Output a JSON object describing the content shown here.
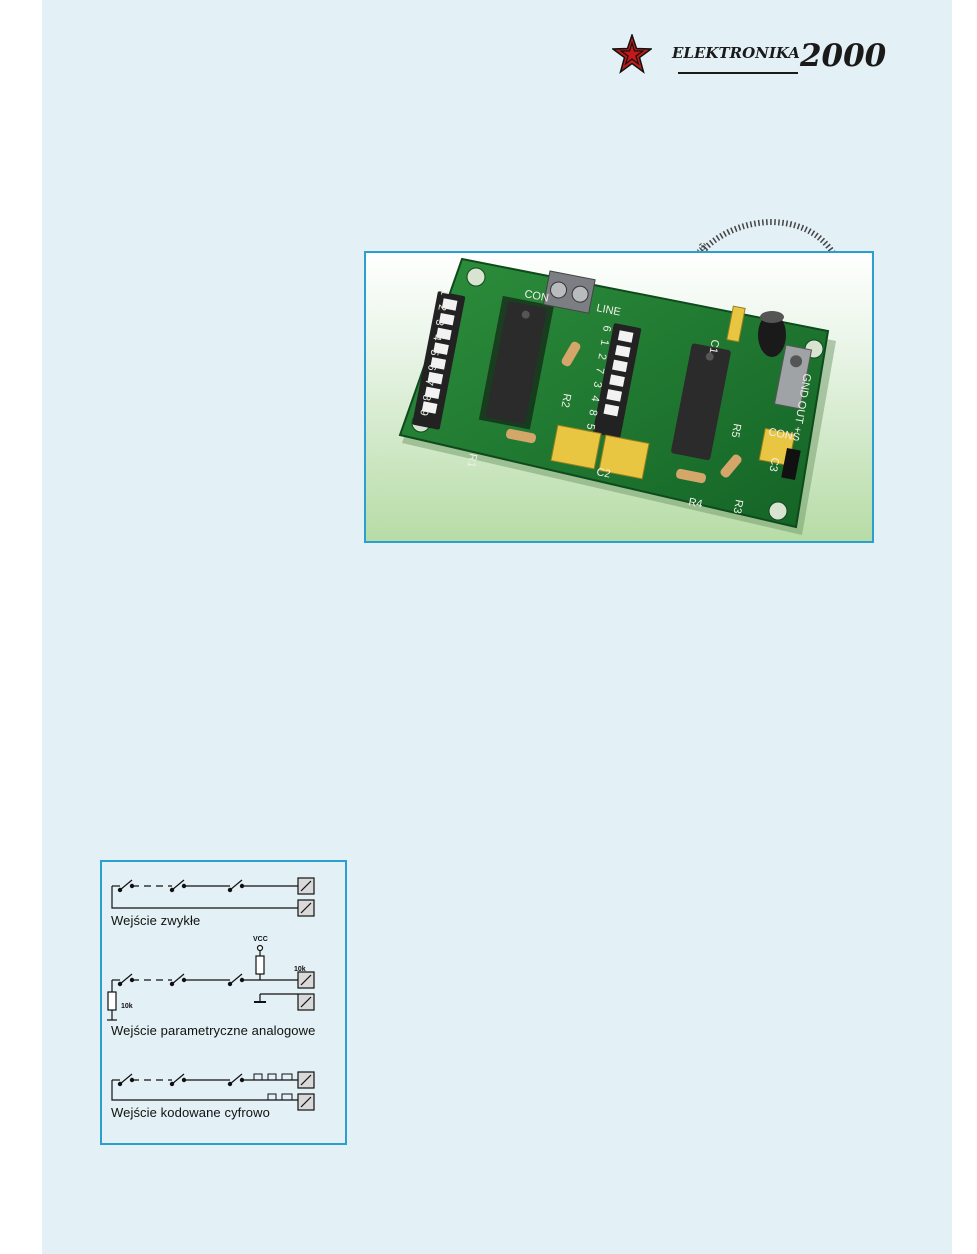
{
  "header": {
    "logo_prefix": "ELEKTRONIKA",
    "logo_suffix": "2000"
  },
  "photo": {
    "pcb_labels": {
      "con1": "CON",
      "line": "LINE",
      "digits_left": [
        "1",
        "2",
        "3",
        "4",
        "5",
        "6",
        "7",
        "8",
        "9"
      ],
      "digits_mid": [
        "6",
        "1",
        "2",
        "7",
        "3",
        "4",
        "8",
        "5"
      ],
      "r1": "R1",
      "r2": "R2",
      "r3": "R3",
      "r4": "R4",
      "r5": "R5",
      "c1": "C1",
      "c2": "C2",
      "c3": "C3",
      "gnd_out": "GND OUT +",
      "cons": "CONS"
    },
    "colors": {
      "pcb": "#1d7a2e",
      "silkscreen": "#f0f0e8",
      "frame": "#2a9fd0"
    }
  },
  "diagram": {
    "captions": {
      "normal": "Wejście zwykłe",
      "analog": "Wejście parametryczne analogowe",
      "digital": "Wejście kodowane cyfrowo"
    },
    "labels": {
      "vcc": "VCC",
      "r_top": "10k",
      "r_left": "10k"
    }
  }
}
